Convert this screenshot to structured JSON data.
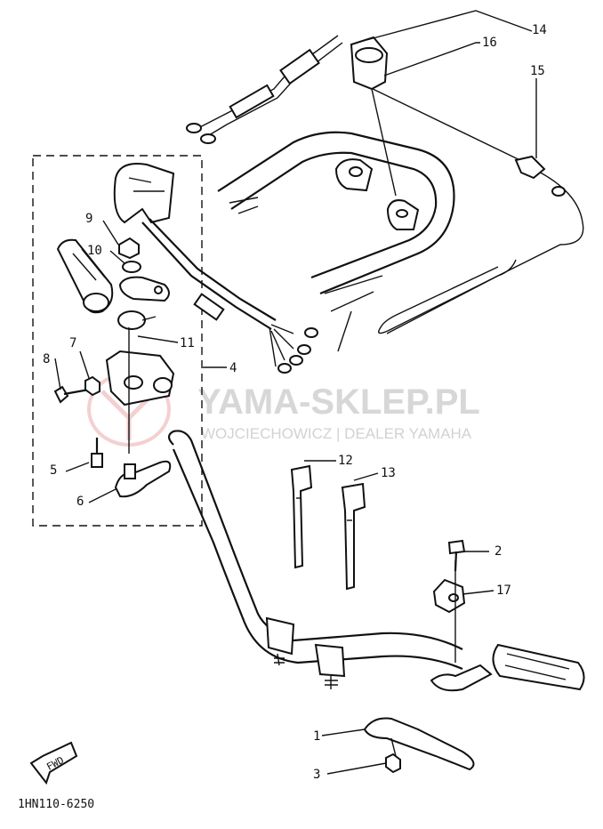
{
  "watermark": {
    "title": "YAMA-SKLEP.PL",
    "subtitle": "WOJCIECHOWICZ | DEALER YAMAHA"
  },
  "diagram_code": "1HN110-6250",
  "fwd_label": "FWD",
  "callouts": {
    "c1": "1",
    "c2": "2",
    "c3": "3",
    "c4": "4",
    "c5": "5",
    "c6": "6",
    "c7": "7",
    "c8": "8",
    "c9": "9",
    "c10": "10",
    "c11": "11",
    "c12": "12",
    "c13": "13",
    "c14": "14",
    "c15": "15",
    "c16": "16",
    "c17": "17"
  }
}
